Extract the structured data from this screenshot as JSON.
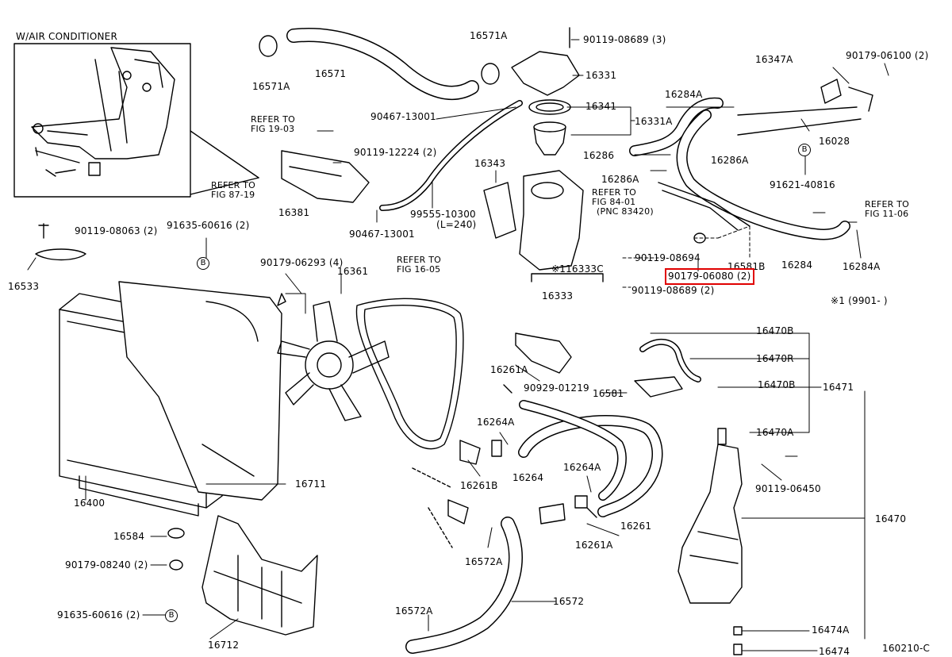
{
  "inset_title": "W/AIR CONDITIONER",
  "inset_refer": [
    "REFER TO",
    "FIG 87-19"
  ],
  "refer_1903": [
    "REFER TO",
    "FIG 19-03"
  ],
  "refer_8401": [
    "REFER TO",
    "FIG 84-01",
    "(PNC 83420)"
  ],
  "refer_1106": [
    "REFER TO",
    "FIG 11-06"
  ],
  "refer_1605": [
    "REFER TO",
    "FIG 16-05"
  ],
  "note_range": "※1 (9901-       )",
  "figure_code": "160210-C",
  "b_marker": "B",
  "parts": {
    "p16571A_left": "16571A",
    "p16571": "16571",
    "p16571A_top": "16571A",
    "p90119_08689_3": "90119-08689 (3)",
    "p16331": "16331",
    "p16347A": "16347A",
    "p90179_06100": "90179-06100 (2)",
    "p16284A_top": "16284A",
    "p90467_13001_a": "90467-13001",
    "p16341": "16341",
    "p16331A": "16331A",
    "p16028": "16028",
    "p16286": "16286",
    "p16286A_right": "16286A",
    "p16286A_mid": "16286A",
    "p90119_12224": "90119-12224 (2)",
    "p16343": "16343",
    "p91621_40816": "91621-40816",
    "p16381": "16381",
    "p99555_10300": "99555-10300",
    "p99555_len": "(L=240)",
    "p90467_13001_b": "90467-13001",
    "p90119_08063": "90119-08063 (2)",
    "p91635_60616_top": "91635-60616 (2)",
    "p16533": "16533",
    "p90179_06293": "90179-06293 (4)",
    "p16361": "16361",
    "p16333C": "※116333C",
    "p16333": "16333",
    "p90119_08694": "90119-08694",
    "p16581B": "16581B",
    "p16284": "16284",
    "p16284A_right": "16284A",
    "p90179_06080": "90179-06080 (2)",
    "p90119_08689_2": "90119-08689 (2)",
    "p16470B_top": "16470B",
    "p16470R": "16470R",
    "p16470B_mid": "16470B",
    "p16471": "16471",
    "p16581": "16581",
    "p16261A_top": "16261A",
    "p90929_01219": "90929-01219",
    "p16470A": "16470A",
    "p16264A_left": "16264A",
    "p16261B": "16261B",
    "p16264": "16264",
    "p16264A_right": "16264A",
    "p90119_06450": "90119-06450",
    "p16711": "16711",
    "p16400": "16400",
    "p16261": "16261",
    "p16470": "16470",
    "p16584": "16584",
    "p16261A_bot": "16261A",
    "p16572A_mid": "16572A",
    "p90179_08240": "90179-08240 (2)",
    "p16572": "16572",
    "p91635_60616_bot": "91635-60616 (2)",
    "p16572A_bot": "16572A",
    "p16474A": "16474A",
    "p16712": "16712",
    "p16474": "16474"
  }
}
